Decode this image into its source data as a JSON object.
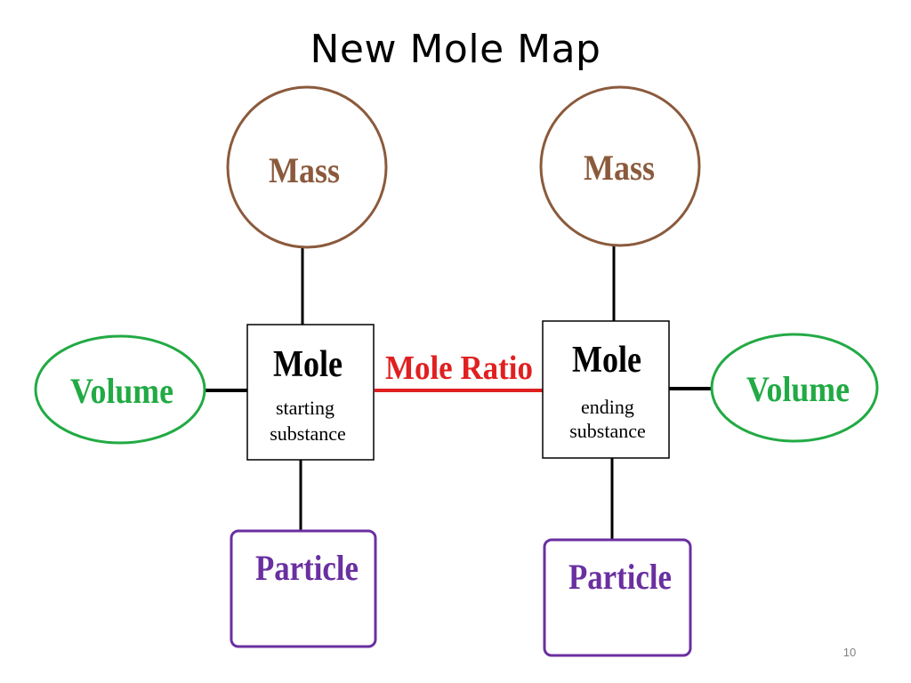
{
  "title": "New Mole Map",
  "slide_number": "10",
  "colors": {
    "mass": "#8B5A3C",
    "volume": "#22AA44",
    "particle": "#6A2FA0",
    "ratio": "#E02020",
    "connector": "#000000"
  },
  "left": {
    "mass_label": "Mass",
    "volume_label": "Volume",
    "mole_label": "Mole",
    "mole_sub_1": "starting",
    "mole_sub_2": "substance",
    "particle_label": "Particle"
  },
  "right": {
    "mass_label": "Mass",
    "volume_label": "Volume",
    "mole_label": "Mole",
    "mole_sub_1": "ending",
    "mole_sub_2": "substance",
    "particle_label": "Particle"
  },
  "link_label": "Mole Ratio"
}
